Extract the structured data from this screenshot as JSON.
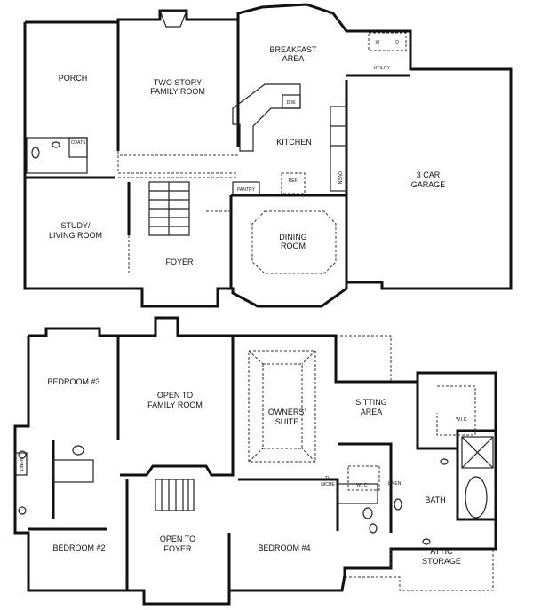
{
  "first_floor": {
    "rooms": {
      "porch": "PORCH",
      "family_1": "TWO STORY",
      "family_2": "FAMILY ROOM",
      "breakfast_1": "BREAKFAST",
      "breakfast_2": "AREA",
      "kitchen": "KITCHEN",
      "garage_1": "3 CAR",
      "garage_2": "GARAGE",
      "study_1": "STUDY/",
      "study_2": "LIVING ROOM",
      "foyer": "FOYER",
      "dining_1": "DINING",
      "dining_2": "ROOM"
    },
    "fixtures": {
      "utility": "UTILITY",
      "washer": "W",
      "dryer": "D",
      "dishwasher": "D.W.",
      "pantry": "PANTRY",
      "ref": "REF.",
      "oven": "OVEN",
      "coats": "COATS"
    }
  },
  "second_floor": {
    "rooms": {
      "bed3": "BEDROOM #3",
      "open_family_1": "OPEN TO",
      "open_family_2": "FAMILY ROOM",
      "owners_1": "OWNERS'",
      "owners_2": "SUITE",
      "sitting_1": "SITTING",
      "sitting_2": "AREA",
      "bath": "BATH",
      "bed2": "BEDROOM #2",
      "open_foyer_1": "OPEN TO",
      "open_foyer_2": "FOYER",
      "bed4": "BEDROOM #4",
      "attic_1": "ATTIC",
      "attic_2": "STORAGE"
    },
    "fixtures": {
      "wic_master": "W.I.C.",
      "wic_small": "W.I.C.",
      "linen_right": "LINEN",
      "linen_left": "LINEN",
      "tv_1": "TV",
      "tv_2": "NICHE"
    }
  }
}
